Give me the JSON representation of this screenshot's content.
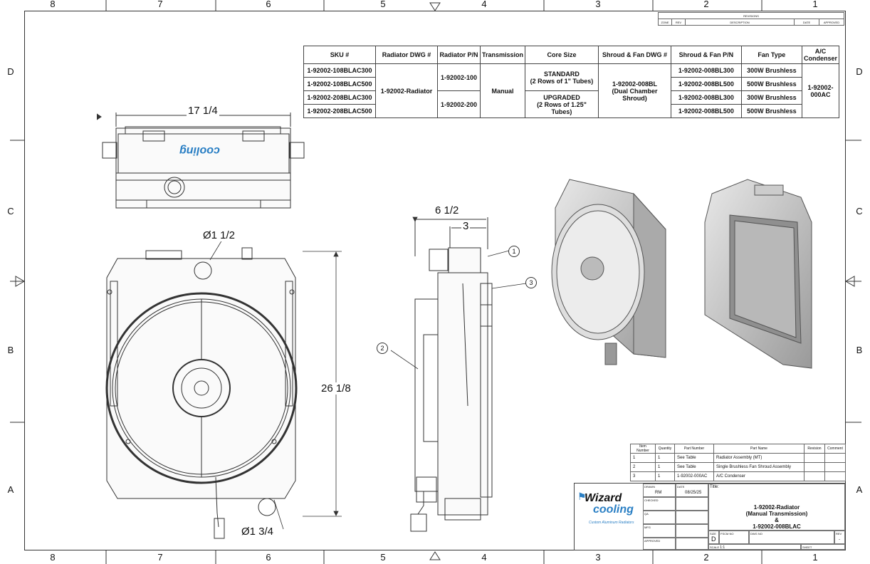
{
  "zones": {
    "columns": [
      "8",
      "7",
      "6",
      "5",
      "4",
      "3",
      "2",
      "1"
    ],
    "rows": [
      "D",
      "C",
      "B",
      "A"
    ]
  },
  "revisions": {
    "title": "REVISIONS",
    "headers": [
      "ZONE",
      "REV",
      "DESCRIPTION",
      "DATE",
      "APPROVED"
    ]
  },
  "sku_table": {
    "headers": [
      "SKU #",
      "Radiator DWG #",
      "Radiator P/N",
      "Transmission",
      "Core Size",
      "Shroud & Fan DWG #",
      "Shroud & Fan P/N",
      "Fan Type",
      "A/C Condenser"
    ],
    "skus": [
      "1-92002-108BLAC300",
      "1-92002-108BLAC500",
      "1-92002-208BLAC300",
      "1-92002-208BLAC500"
    ],
    "radiator_dwg": "1-92002-Radiator",
    "radiator_pn": [
      "1-92002-100",
      "1-92002-200"
    ],
    "transmission": "Manual",
    "core_size": [
      {
        "line1": "STANDARD",
        "line2": "(2 Rows of 1\" Tubes)"
      },
      {
        "line1": "UPGRADED",
        "line2": "(2 Rows of 1.25\" Tubes)"
      }
    ],
    "shroud_dwg": {
      "line1": "1-92002-008BL",
      "line2": "(Dual Chamber Shroud)"
    },
    "shroud_pn": [
      "1-92002-008BL300",
      "1-92002-008BL500",
      "1-92002-008BL300",
      "1-92002-008BL500"
    ],
    "fan_type": [
      "300W Brushless",
      "500W Brushless",
      "300W Brushless",
      "500W Brushless"
    ],
    "ac_condenser": "1-92002-000AC"
  },
  "dimensions": {
    "top_width": "17 1/4",
    "height": "26 1/8",
    "inlet": "Ø1 1/2",
    "outlet": "Ø1 3/4",
    "side_depth": "6 1/2",
    "side_core": "3"
  },
  "balloons": [
    "1",
    "2",
    "3"
  ],
  "bom": {
    "headers": [
      "Item Number",
      "Quantity",
      "Part Number",
      "Part Name",
      "Revision",
      "Comment"
    ],
    "rows": [
      {
        "item": "1",
        "qty": "1",
        "pn": "See Table",
        "name": "Radiator Assembly (MT)"
      },
      {
        "item": "2",
        "qty": "1",
        "pn": "See Table",
        "name": "Single Brushless Fan Shroud Assembly"
      },
      {
        "item": "3",
        "qty": "1",
        "pn": "1-92002-000AC",
        "name": "A/C Condenser"
      }
    ]
  },
  "title_block": {
    "logo_word1": "Wizard",
    "logo_word2": "cooling",
    "tagline": "Custom Aluminum Radiators",
    "drawn_label": "DRAWN",
    "drawn_by": "RM",
    "date_label": "DATE",
    "date": "08/25/25",
    "checked_label": "CHECKED",
    "qa_label": "QA",
    "mfg_label": "MFG",
    "approved_label": "APPROVED",
    "title_label": "Title:",
    "title_lines": [
      "1-92002-Radiator",
      "(Manual Transmission)",
      "&",
      "1-92002-008BLAC"
    ],
    "size_label": "SIZE",
    "size": "D",
    "fscm_label": "FSCM NO",
    "dwg_label": "DWG NO",
    "rev_label": "REV",
    "rev": "-",
    "scale_label": "SCALE",
    "scale": "1:1",
    "sheet_label": "SHEET"
  },
  "colors": {
    "line": "#333333",
    "metal_light": "#d9d9d9",
    "metal_dark": "#9a9a9a",
    "logo_blue": "#2a7fc4"
  }
}
